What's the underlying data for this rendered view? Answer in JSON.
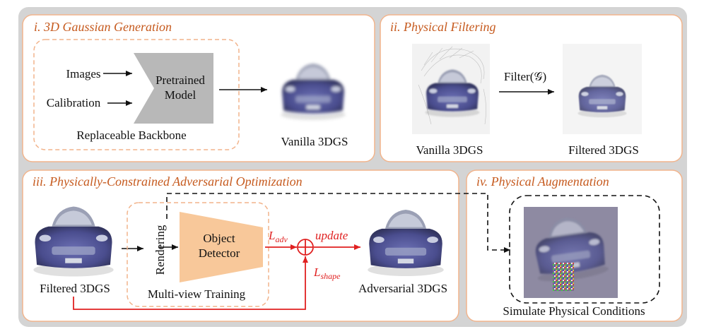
{
  "panels": {
    "p1": {
      "title": "i. 3D Gaussian Generation"
    },
    "p2": {
      "title": "ii. Physical Filtering"
    },
    "p3": {
      "title": "iii. Physically-Constrained Adversarial Optimization"
    },
    "p4": {
      "title": "iv. Physical Augmentation"
    }
  },
  "p1": {
    "input_images": "Images",
    "input_calibration": "Calibration",
    "model_line1": "Pretrained",
    "model_line2": "Model",
    "backbone_label": "Replaceable Backbone",
    "output_label": "Vanilla 3DGS"
  },
  "p2": {
    "left_label": "Vanilla 3DGS",
    "filter_label": "Filter(𝒢)",
    "right_label": "Filtered 3DGS"
  },
  "p3": {
    "input_label": "Filtered 3DGS",
    "rendering_label": "Rendering",
    "detector_line1": "Object",
    "detector_line2": "Detector",
    "multiview_label": "Multi-view Training",
    "loss_adv": "L",
    "loss_adv_sub": "adv",
    "update_label": "update",
    "loss_shape": "L",
    "loss_shape_sub": "shape",
    "output_label": "Adversarial 3DGS"
  },
  "p4": {
    "caption": "Simulate Physical Conditions"
  },
  "colors": {
    "frame": "#d4d4d4",
    "panel_border": "#f2b48c",
    "title": "#c65a1e",
    "model_gray": "#b8b8b8",
    "detector_orange": "#f8c89a",
    "red": "#e02020",
    "car_body": "#5558a0"
  }
}
